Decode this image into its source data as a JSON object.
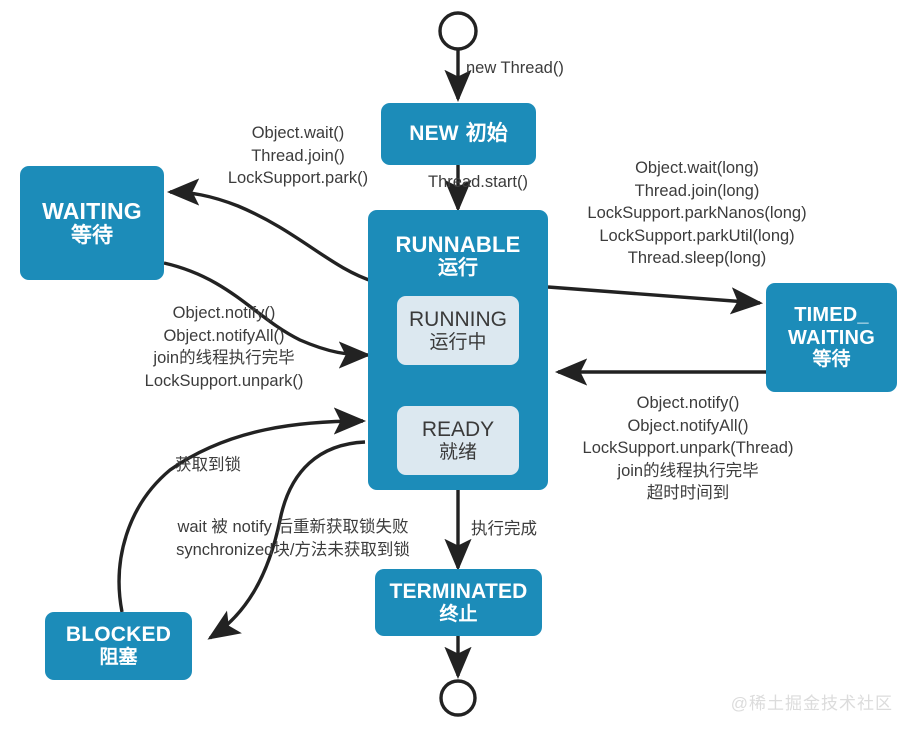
{
  "diagram": {
    "title": "Java Thread State Machine",
    "watermark": "@稀土掘金技术社区",
    "colors": {
      "node_blue": "#1c8cb9",
      "subnode_light": "#dce8f0",
      "arrow_dark": "#222222",
      "arrow_yellow": "#f2f279",
      "label_text": "#3c3c3c",
      "watermark": "#dcdcdc"
    }
  },
  "nodes": {
    "start": {
      "name": "start-node",
      "shape": "circle"
    },
    "end": {
      "name": "end-node",
      "shape": "circle"
    },
    "new": {
      "en": "NEW",
      "cn": "初始",
      "inline": true
    },
    "runnable": {
      "en": "RUNNABLE",
      "cn": "运行"
    },
    "running": {
      "en": "RUNNING",
      "cn": "运行中"
    },
    "ready": {
      "en": "READY",
      "cn": "就绪"
    },
    "waiting": {
      "en": "WAITING",
      "cn": "等待"
    },
    "timed_waiting": {
      "en_line1": "TIMED_",
      "en_line2": "WAITING",
      "cn": "等待"
    },
    "blocked": {
      "en": "BLOCKED",
      "cn": "阻塞"
    },
    "terminated": {
      "en": "TERMINATED",
      "cn": "终止"
    }
  },
  "edge_labels": {
    "new_thread": "new Thread()",
    "thread_start": "Thread.start()",
    "to_waiting": "Object.wait()\nThread.join()\nLockSupport.park()",
    "from_waiting": "Object.notify()\nObject.notifyAll()\njoin的线程执行完毕\nLockSupport.unpark()",
    "to_timed_waiting": "Object.wait(long)\nThread.join(long)\nLockSupport.parkNanos(long)\nLockSupport.parkUtil(long)\nThread.sleep(long)",
    "from_timed_waiting": "Object.notify()\nObject.notifyAll()\nLockSupport.unpark(Thread)\njoin的线程执行完毕\n超时时间到",
    "got_lock": "获取到锁",
    "to_blocked": "wait 被 notify 后重新获取锁失败\nsynchronized块/方法未获取到锁",
    "finish": "执行完成"
  }
}
